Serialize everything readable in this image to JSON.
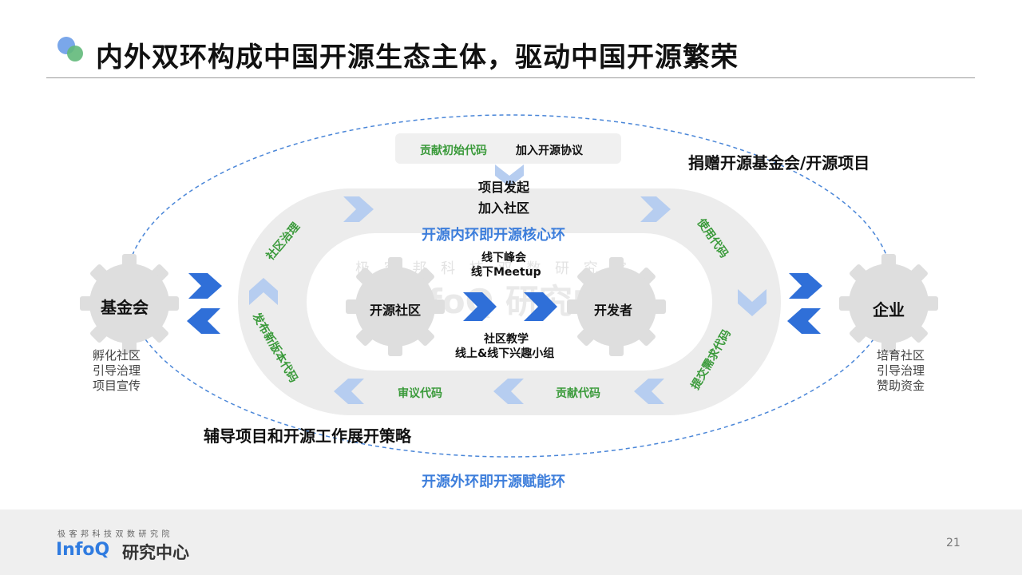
{
  "slide": {
    "title": "内外双环构成中国开源生态主体，驱动中国开源繁荣",
    "page_number": "21"
  },
  "diagram": {
    "top_box": {
      "green_label": "贡献初始代码",
      "label": "加入开源协议"
    },
    "project_start": "项目发起",
    "join_community": "加入社区",
    "inner_ring_name": "开源内环即开源核心环",
    "outer_ring_name": "开源外环即开源赋能环",
    "donate_label": "捐赠开源基金会/开源项目",
    "mentor_label": "辅导项目和开源工作展开策略",
    "left_top_edge": "社区治理",
    "right_top_edge": "使用代码",
    "left_bottom_edge": "发布新版本代码",
    "right_bottom_edge": "提交需求代码",
    "bottom_left_edge": "审议代码",
    "bottom_right_edge": "贡献代码",
    "center_top": [
      "线下峰会",
      "线下Meetup"
    ],
    "center_bottom": [
      "社区教学",
      "线上&线下兴趣小组"
    ],
    "gears": {
      "foundation": "基金会",
      "community": "开源社区",
      "developer": "开发者",
      "enterprise": "企业"
    },
    "foundation_notes": [
      "孵化社区",
      "引导治理",
      "项目宣传"
    ],
    "enterprise_notes": [
      "培育社区",
      "引导治理",
      "赞助资金"
    ]
  },
  "watermark": {
    "top": "极 客 邦 科 技 双 数 研 究 院",
    "main": "InfoQ 研究中心"
  },
  "footer": {
    "subtitle": "极客邦科技双数研究院",
    "logo_brand": "InfoQ",
    "logo_text": "研究中心"
  },
  "colors": {
    "accent_blue": "#3d7edb",
    "accent_green": "#3a9a3a",
    "gear_gray": "#dedede",
    "ring_gray": "#ececec",
    "chevron_light": "#b6cdf0"
  }
}
